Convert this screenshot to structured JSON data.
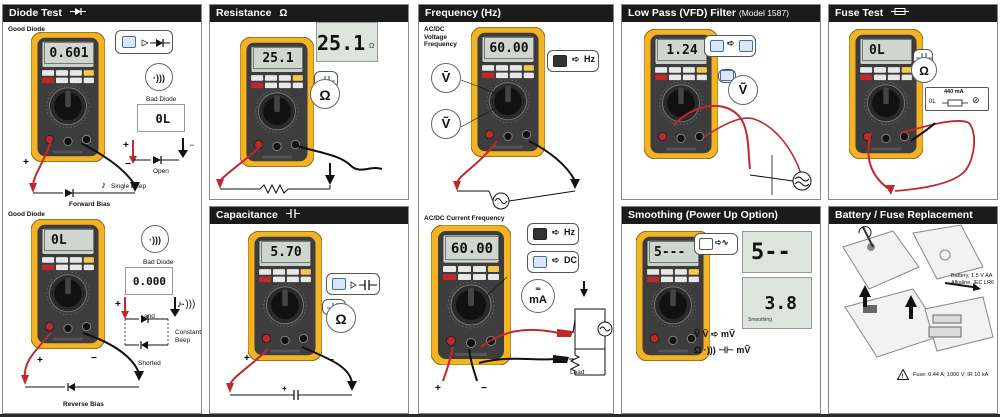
{
  "panels": {
    "diode": {
      "title": "Diode Test",
      "good_diode_1": "Good Diode",
      "reading_1": "0.601",
      "bad_diode_1": "Bad Diode",
      "bad_reading_1": "0L",
      "open_label": "Open",
      "single_beep": "Single Beep",
      "forward_bias": "Forward Bias",
      "good_diode_2": "Good Diode",
      "reading_2": "0L",
      "bad_diode_2": "Bad Diode",
      "bad_reading_2": "0.000",
      "and_label": "and",
      "shorted_label": "Shorted",
      "constant_beep": "Constant Beep",
      "reverse_bias": "Reverse Bias"
    },
    "resistance": {
      "title": "Resistance",
      "title_symbol": "Ω",
      "reading": "25.1",
      "large_reading": "25.1",
      "unit": "Ω",
      "bubble_symbol": "Ω"
    },
    "capacitance": {
      "title": "Capacitance",
      "reading": "5.70",
      "bubble_symbol": "Ω"
    },
    "frequency": {
      "title": "Frequency (Hz)",
      "voltage_caption": "AC/DC Voltage Frequency",
      "reading": "60.00",
      "hz_label": "Hz",
      "current_caption": "AC/DC Current Frequency",
      "current_reading": "60.00",
      "hz_label_2": "Hz",
      "dc_label": "DC",
      "ma_label": "mA",
      "load_label": "Load"
    },
    "lowpass": {
      "title": "Low Pass (VFD) Filter",
      "model": "(Model 1587)",
      "reading": "1.24"
    },
    "fuse": {
      "title": "Fuse Test",
      "reading": "0L",
      "rating": "440 mA",
      "legend_left": "0L"
    },
    "smoothing": {
      "title": "Smoothing (Power Up Option)",
      "reading": "5---",
      "large_reading": "5---",
      "reading_2": "3.8",
      "caption_2": "Smoothing"
    },
    "battery": {
      "title": "Battery / Fuse Replacement",
      "battery_spec": "Battery, 1.5 V AA Alkaline, IEC LR6",
      "fuse_spec": "Fuse: 0.44 A; 1000 V; IR 10 kA"
    }
  },
  "colors": {
    "meter_body": "#f4b324",
    "meter_face": "#3a3a3a",
    "lead_red": "#c0282d",
    "lead_black": "#1a1a1a",
    "switch_blue": "#3a6fb5",
    "title_bar": "#1a1a1a"
  },
  "icons": [
    "diode-icon",
    "beep-icon",
    "ohm-icon",
    "capacitor-icon",
    "hz-icon",
    "fuse-icon",
    "battery-icon",
    "warning-icon",
    "sine-icon"
  ]
}
